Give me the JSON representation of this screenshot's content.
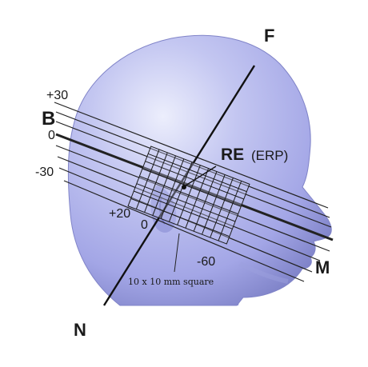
{
  "labels": {
    "F": "F",
    "B": "B",
    "N": "N",
    "M": "M",
    "RE": "RE",
    "ERP": "(ERP)",
    "plus30": "+30",
    "zero_left": "0",
    "minus30": "-30",
    "plus20": "+20",
    "zero_mid": "0",
    "minus60": "-60",
    "grid_note": "10 x 10 mm square"
  },
  "colors": {
    "head_fill": "#b2b5ee",
    "head_shadow": "#7e82c4",
    "head_highlight": "#e2e3fb",
    "line": "#111111"
  }
}
